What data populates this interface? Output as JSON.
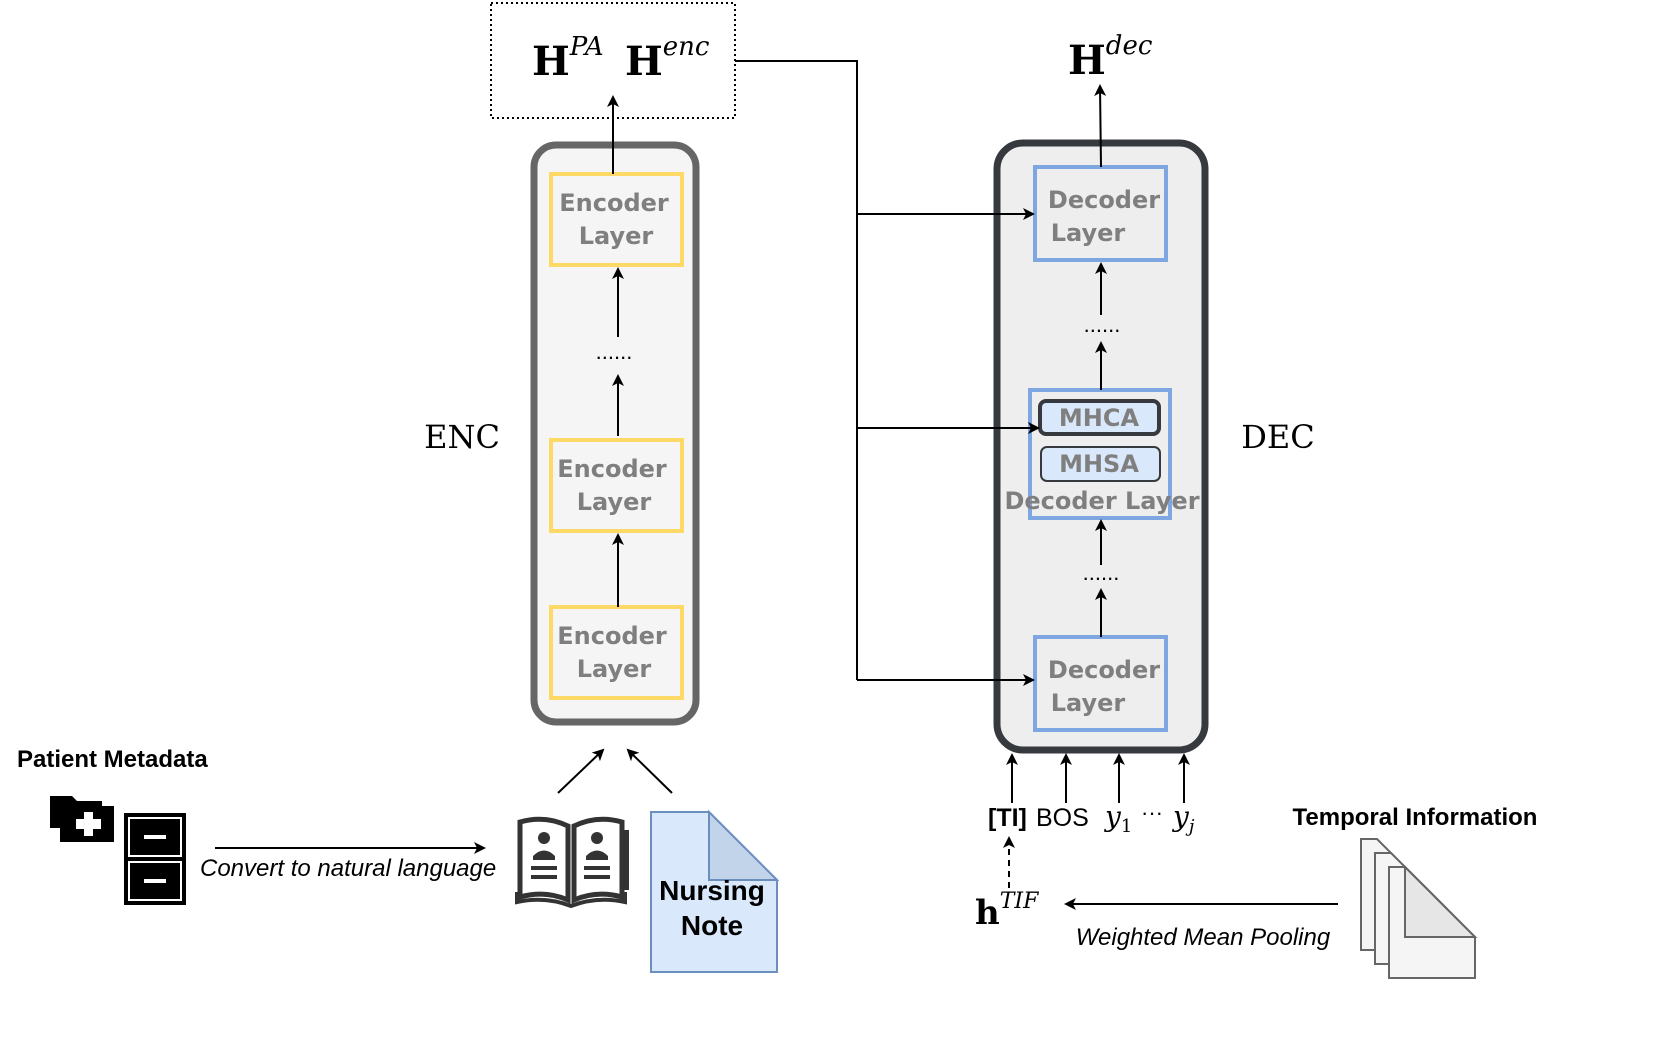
{
  "output_enc": {
    "pa_base": "H",
    "pa_sup": "PA",
    "enc_base": "H",
    "enc_sup": "enc"
  },
  "output_dec": {
    "base": "H",
    "sup": "dec"
  },
  "labels": {
    "enc": "ENC",
    "dec": "DEC"
  },
  "encoder": {
    "layers": [
      {
        "line1": "Encoder",
        "line2": "Layer"
      },
      {
        "line1": "Encoder",
        "line2": "Layer"
      },
      {
        "line1": "Encoder",
        "line2": "Layer"
      }
    ],
    "dots": "......"
  },
  "decoder": {
    "top_layer": {
      "line1": "Decoder",
      "line2": "Layer"
    },
    "bottom_layer": {
      "line1": "Decoder",
      "line2": "Layer"
    },
    "mid_layer": {
      "mhca": "MHCA",
      "mhsa": "MHSA",
      "caption": "Decoder Layer"
    },
    "dots": "......"
  },
  "inputs": {
    "ti": "[TI]",
    "bos": "BOS",
    "y1": "y",
    "y1_sub": "1",
    "ellipsis": "···",
    "yj": "y",
    "yj_sub": "j"
  },
  "h_tif": {
    "base": "h",
    "sup": "TIF"
  },
  "patient_metadata": "Patient Metadata",
  "convert_label": "Convert to natural language",
  "nursing_note": {
    "line1": "Nursing",
    "line2": "Note"
  },
  "temporal_information": "Temporal Information",
  "weighted_pooling": "Weighted Mean Pooling",
  "colors": {
    "enc_border": "#666666",
    "dec_border": "#36393d",
    "enc_layer": "#ffd966",
    "dec_layer": "#7ea6e0",
    "attn_fill": "#dae8fc",
    "note_fill": "#dae8fc",
    "note_stroke": "#6c8ebf"
  }
}
